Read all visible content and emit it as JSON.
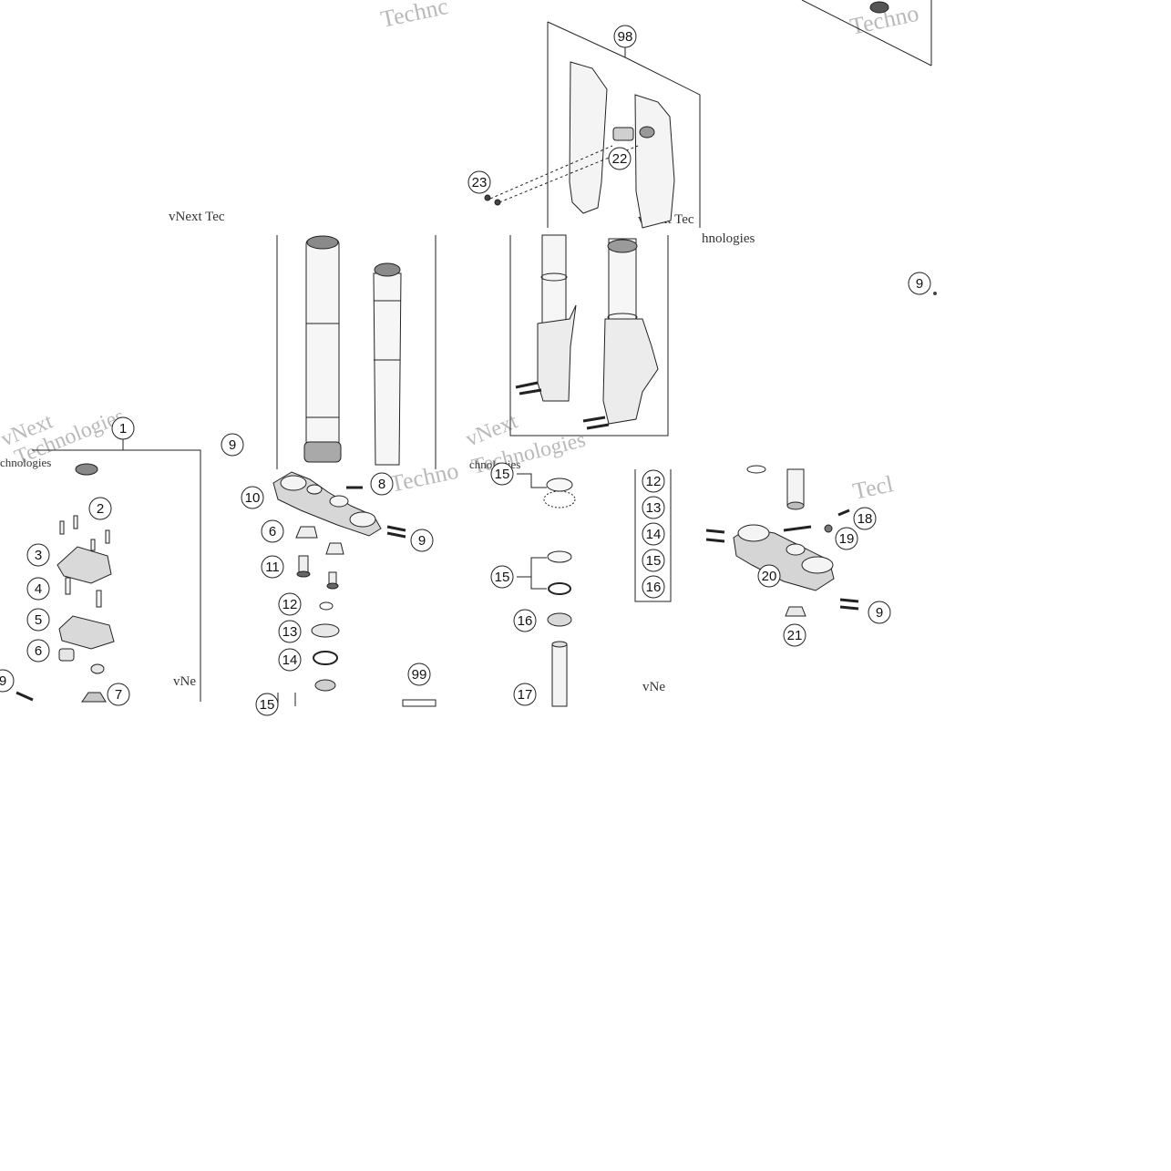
{
  "watermark": {
    "line1": "vNext Technologies",
    "fragments": [
      "Technc",
      "Techno",
      "vNext Tec",
      "Technologies",
      "hnologies",
      "vNe",
      "Tecl",
      "vNext",
      "vNext Tec",
      "chnologies",
      "chnologies"
    ]
  },
  "callouts": {
    "c1": "1",
    "c2": "2",
    "c3": "3",
    "c4": "4",
    "c5": "5",
    "c6": "6",
    "c6b": "6",
    "c7": "7",
    "c8": "8",
    "c9a": "9",
    "c9b": "9",
    "c9c": "9",
    "c9d": "9",
    "c9e": "9",
    "c10": "10",
    "c11": "11",
    "c12a": "12",
    "c12b": "12",
    "c13a": "13",
    "c13b": "13",
    "c14a": "14",
    "c14b": "14",
    "c15a": "15",
    "c15b": "15",
    "c15c": "15",
    "c15d": "15",
    "c16a": "16",
    "c16b": "16",
    "c17": "17",
    "c18": "18",
    "c19": "19",
    "c20": "20",
    "c21": "21",
    "c22": "22",
    "c23": "23",
    "c98": "98",
    "c99": "99"
  },
  "colors": {
    "line": "#222222",
    "part_fill": "#f4f4f4",
    "part_shade": "#c8c8c8",
    "watermark": "#b9b9b9"
  }
}
